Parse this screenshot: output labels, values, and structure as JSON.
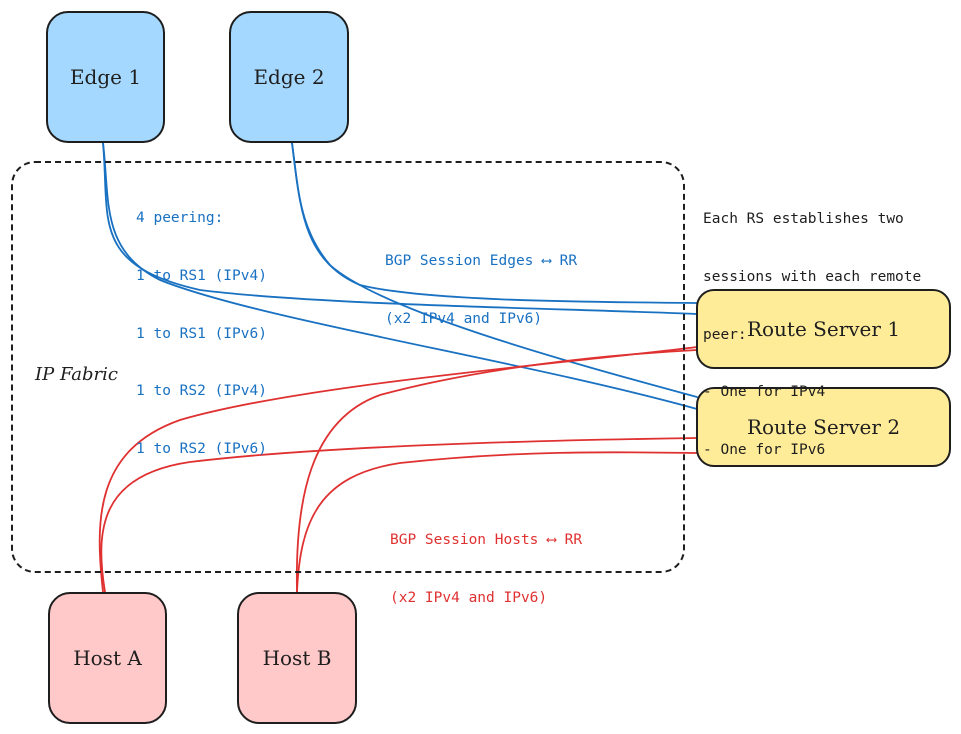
{
  "nodes": {
    "edge1": "Edge 1",
    "edge2": "Edge 2",
    "rs1": "Route Server 1",
    "rs2": "Route Server 2",
    "host_a": "Host A",
    "host_b": "Host B"
  },
  "fabric_label": "IP Fabric",
  "notes": {
    "peering": [
      "4 peering:",
      "1 to RS1 (IPv4)",
      "1 to RS1 (IPv6)",
      "1 to RS2 (IPv4)",
      "1 to RS2 (IPv6)"
    ],
    "edges_session": [
      "BGP Session Edges ⟷ RR",
      "(x2 IPv4 and IPv6)"
    ],
    "rs_explain": [
      "Each RS establishes two",
      "sessions with each remote",
      "peer:",
      "- One for IPv4",
      "- One for IPv6"
    ],
    "hosts_session": [
      "BGP Session Hosts ⟷ RR",
      "(x2 IPv4 and IPv6)"
    ]
  },
  "colors": {
    "edge_fill": "#a5d8ff",
    "rs_fill": "#ffec99",
    "host_fill": "#ffc9c9",
    "edge_link": "#1971c2",
    "host_link": "#e03131",
    "stroke": "#1e1e1e"
  }
}
